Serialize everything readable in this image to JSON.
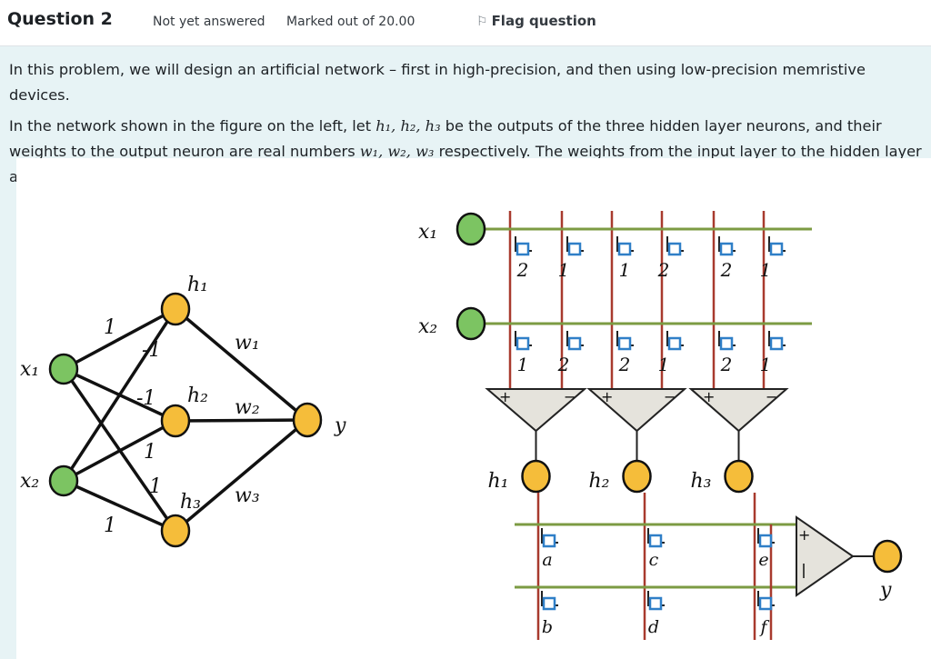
{
  "question": {
    "title": "Question 2",
    "status": "Not yet answered",
    "marks": "Marked out of 20.00",
    "flag_label": "Flag question"
  },
  "text": {
    "p1": "In this problem, we will design an artificial network – first in high-precision, and then using low-precision memristive devices.",
    "p2_part1": "In the network shown in the figure on the left, let ",
    "p2_h": "h₁, h₂, h₃",
    "p2_part2": " be the outputs of the three hidden layer neurons, and their weights to the output neuron are real numbers ",
    "p2_w": "w₁, w₂, w₃",
    "p2_part3": " respectively. The weights from the input layer to the hidden layer are as shown in the figure."
  },
  "figure": {
    "left_network": {
      "inputs": [
        "x₁",
        "x₂"
      ],
      "hidden": [
        "h₁",
        "h₂",
        "h₃"
      ],
      "output": "y",
      "input_weights": [
        "1",
        "-1",
        "-1",
        "1",
        "1",
        "1"
      ],
      "output_weights": [
        "w₁",
        "w₂",
        "w₃"
      ]
    },
    "crossbar": {
      "row_inputs": [
        "x₁",
        "x₂"
      ],
      "row1_weights": [
        "2",
        "1",
        "1",
        "2",
        "2",
        "1"
      ],
      "row2_weights": [
        "1",
        "2",
        "2",
        "1",
        "2",
        "1"
      ],
      "hidden_outputs": [
        "h₁",
        "h₂",
        "h₃"
      ],
      "output_row1_labels": [
        "a",
        "c",
        "e"
      ],
      "output_row2_labels": [
        "b",
        "d",
        "f"
      ],
      "output": "y",
      "plus": "+",
      "minus": "−"
    },
    "colors": {
      "input_node": "#7cc462",
      "hidden_node": "#f5bd3a",
      "red_line": "#a83a2e",
      "green_line": "#7c9b43",
      "memristor": "#2f7fc7",
      "amplifier": "#e5e3dc"
    }
  }
}
